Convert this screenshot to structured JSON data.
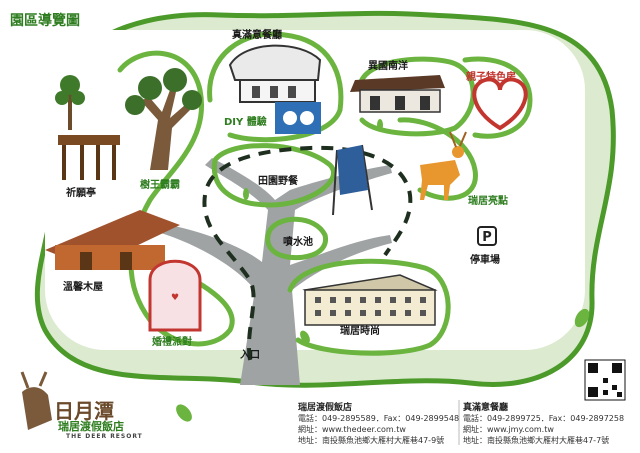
{
  "map": {
    "title": "園區導覽圖",
    "colors": {
      "blob": "#dcebd0",
      "blob_border": "#4c9a2a",
      "path": "#6bb43f",
      "trunk": "#9fa3a4",
      "accent_red": "#c2362f",
      "dash": "#1f2f1f"
    },
    "places": {
      "restaurant": "真滿意餐廳",
      "nanyang": "異國南洋",
      "family_room": "親子特色房",
      "diy": "DIY 體驗",
      "king_tree": "樹王霸霸",
      "pavilion": "祈願亭",
      "field_picnic": "田園野餐",
      "deer_spot": "瑞居亮點",
      "fountain": "噴水池",
      "parking": "停車場",
      "wood_house": "溫馨木屋",
      "wedding": "婚禮派對",
      "hotel": "瑞居時尚",
      "entrance": "入口",
      "parking_icon": "P"
    }
  },
  "brand": {
    "logo_main": "日月潭",
    "logo_sub": "瑞居渡假飯店",
    "logo_en": "THE DEER RESORT"
  },
  "contacts": [
    {
      "name": "瑞居渡假飯店",
      "phone": "電話：049-2895589．Fax：049-2899548",
      "web": "網址：www.thedeer.com.tw",
      "address": "地址：南投縣魚池鄉大雁村大雁巷47-9號"
    },
    {
      "name": "真滿意餐廳",
      "phone": "電話：049-2899725．Fax：049-2897258",
      "web": "網址：www.jmy.com.tw",
      "address": "地址：南投縣魚池鄉大雁村大雁巷47-7號"
    }
  ]
}
